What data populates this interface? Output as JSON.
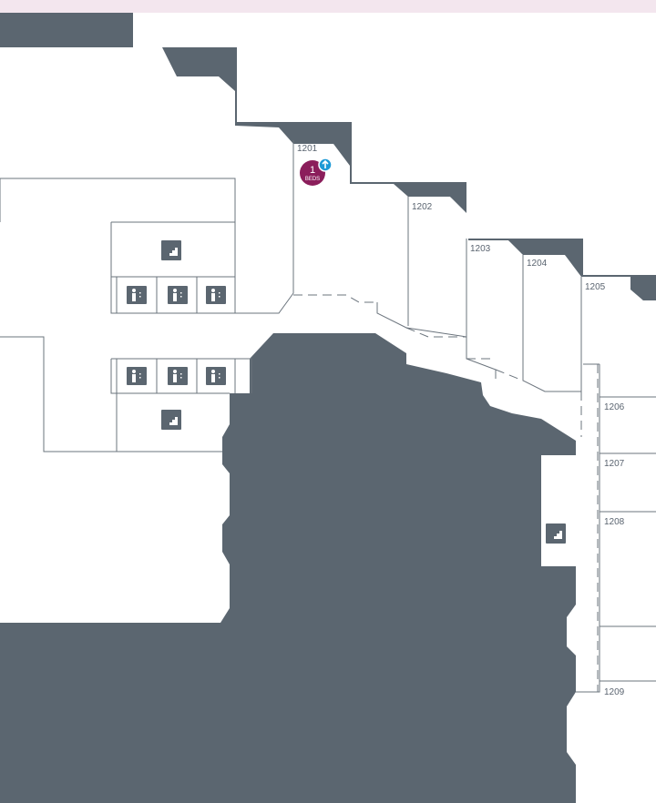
{
  "map": {
    "colors": {
      "background": "#ffffff",
      "top_band": "#f3e6ee",
      "building_dark": "#5b6670",
      "walls": "#6b747d",
      "label_text": "#5a6470",
      "marker": "#8b1e5b",
      "marker_badge": "#1e9ad6"
    },
    "rooms": [
      {
        "id": "1201",
        "label": "1201"
      },
      {
        "id": "1202",
        "label": "1202"
      },
      {
        "id": "1203",
        "label": "1203"
      },
      {
        "id": "1204",
        "label": "1204"
      },
      {
        "id": "1205",
        "label": "1205"
      },
      {
        "id": "1206",
        "label": "1206"
      },
      {
        "id": "1207",
        "label": "1207"
      },
      {
        "id": "1208",
        "label": "1208"
      },
      {
        "id": "1209",
        "label": "1209"
      }
    ],
    "marker": {
      "count": "1",
      "unit": "BEDS",
      "badge_icon": "arrow-up-icon"
    },
    "icons": {
      "stairs": "stairs-icon",
      "restroom": "restroom-icon"
    }
  }
}
